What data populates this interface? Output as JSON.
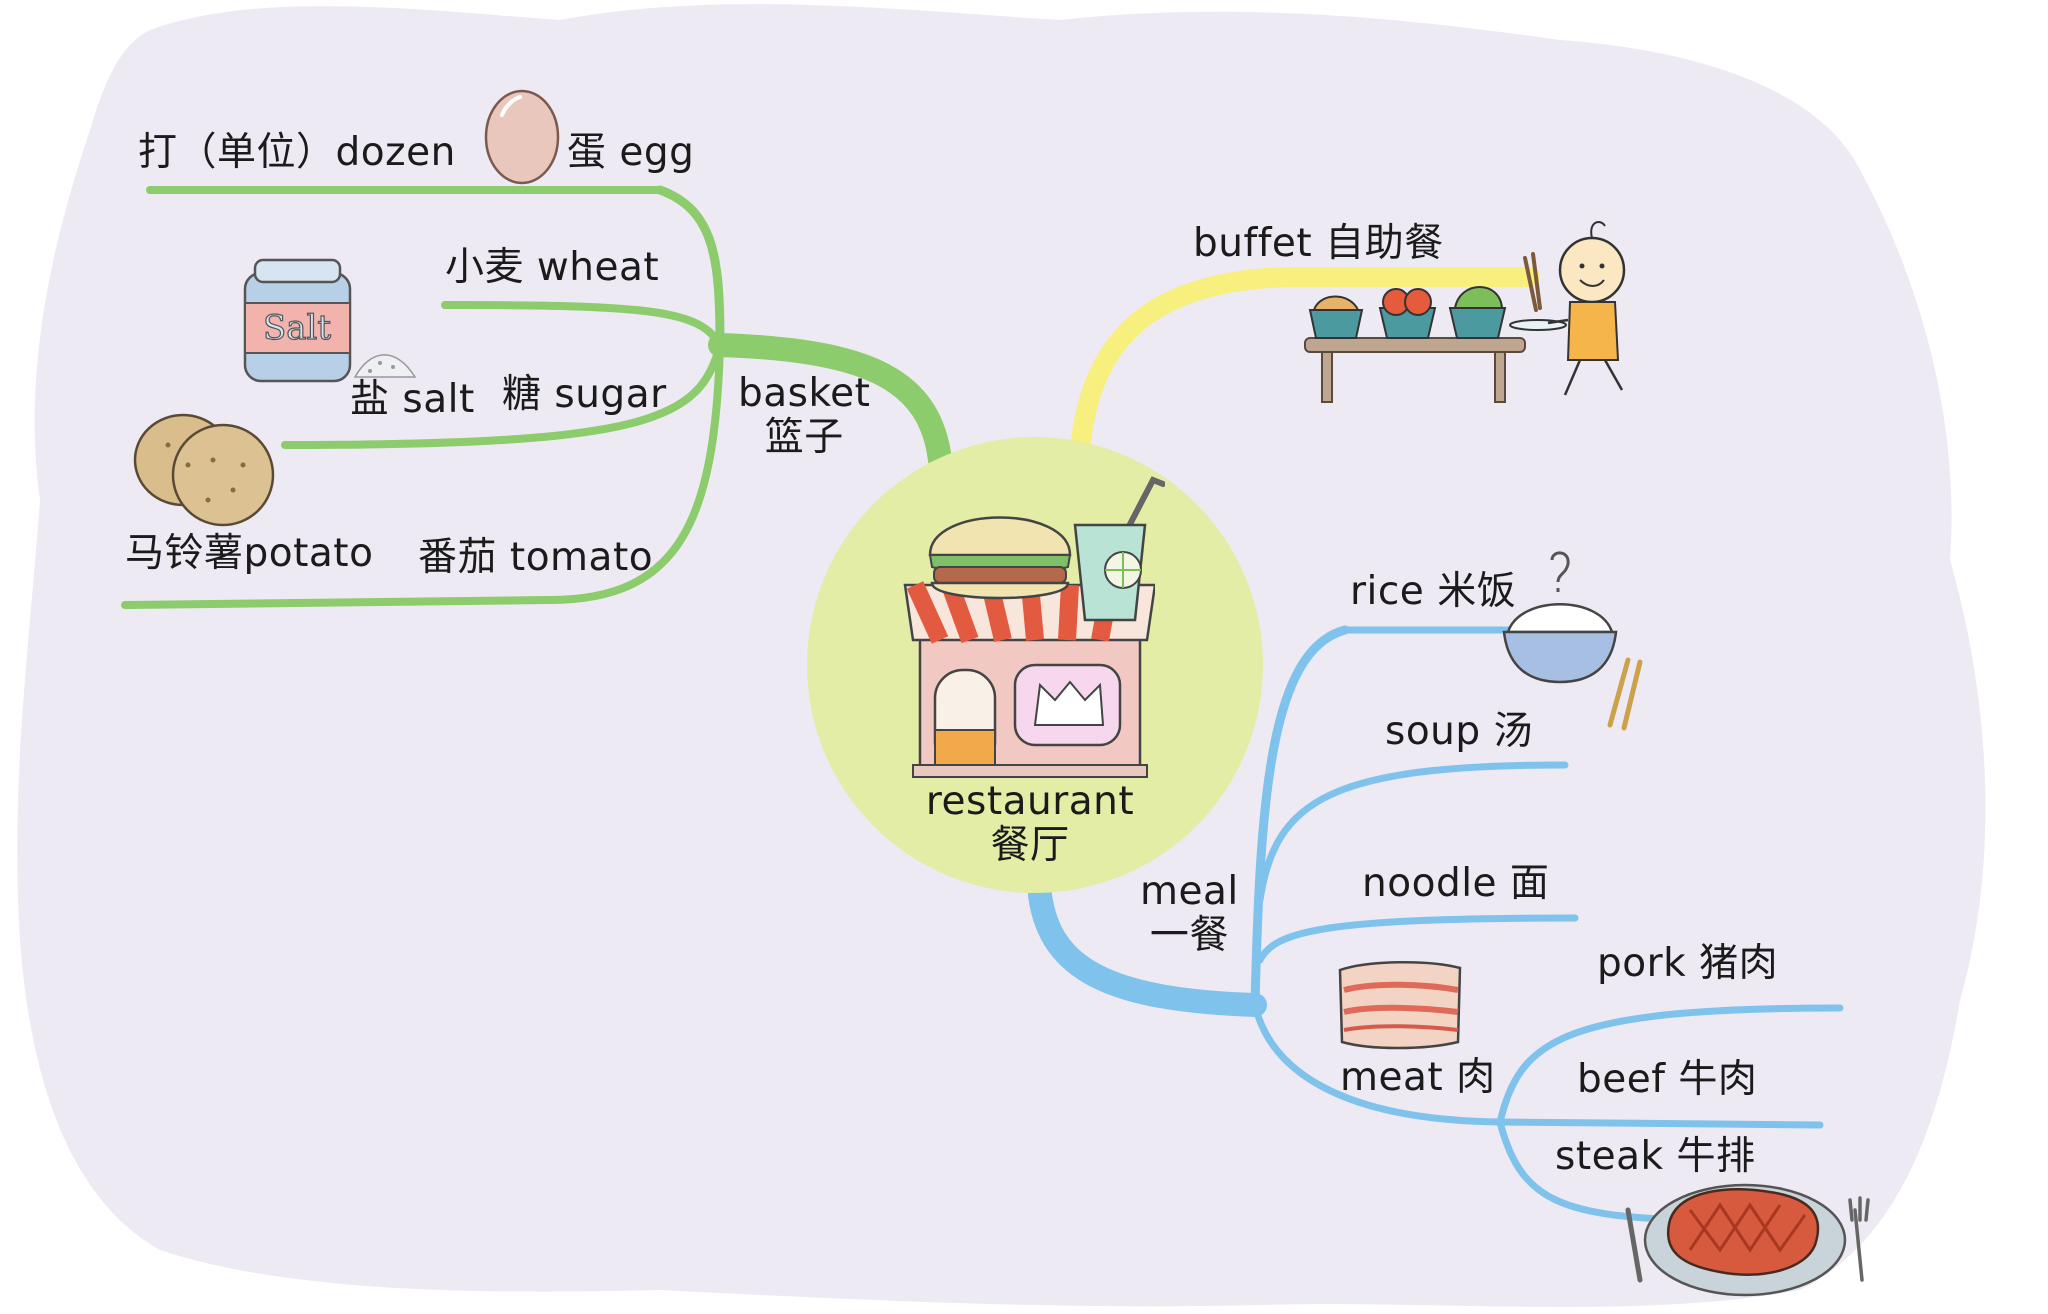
{
  "center": {
    "en": "restaurant",
    "zh": "餐厅",
    "color": "#e3eda6"
  },
  "colors": {
    "background": "#edeaf3",
    "basket_branch": "#8ccc6c",
    "buffet_branch": "#f7ef7e",
    "meal_branch": "#7fc2ec"
  },
  "icons": [
    "egg-icon",
    "salt-jar-icon",
    "potato-icon",
    "buffet-table-icon",
    "rice-bowl-icon",
    "bacon-icon",
    "steak-icon",
    "restaurant-building-icon",
    "burger-icon",
    "drink-icon"
  ],
  "branches": {
    "basket": {
      "label_en": "basket",
      "label_zh": "篮子",
      "items": {
        "dozen": "打（单位）dozen",
        "egg": "蛋 egg",
        "wheat": "小麦 wheat",
        "salt": "盐 salt",
        "sugar": "糖 sugar",
        "potato": "马铃薯potato",
        "tomato": "番茄 tomato"
      }
    },
    "buffet": {
      "label": "buffet 自助餐"
    },
    "meal": {
      "label_en": "meal",
      "label_zh": "一餐",
      "items": {
        "rice": "rice 米饭",
        "soup": "soup 汤",
        "noodle": "noodle 面",
        "meat": "meat 肉",
        "pork": "pork 猪肉",
        "beef": "beef 牛肉",
        "steak": "steak 牛排"
      }
    }
  }
}
